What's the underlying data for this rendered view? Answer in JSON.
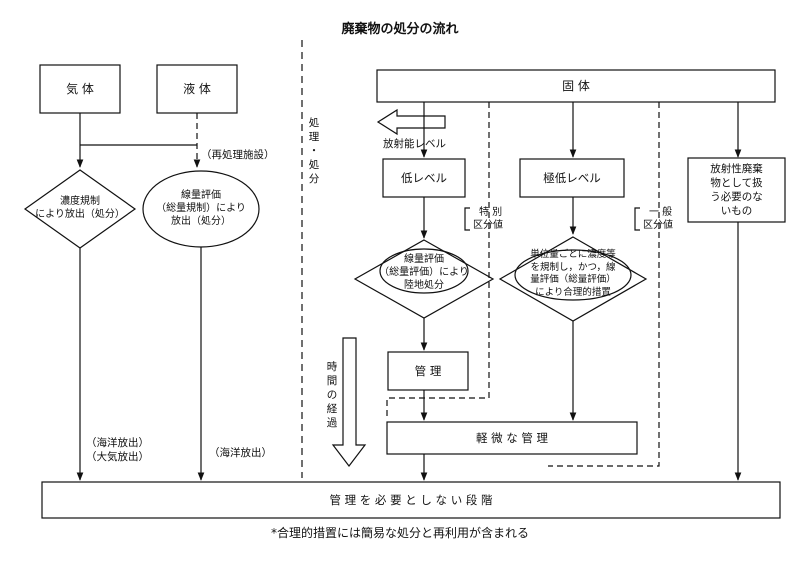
{
  "title": "廃棄物の処分の流れ",
  "nodes": {
    "gas": "気 体",
    "liquid": "液 体",
    "solid": "固 体",
    "low_level": "低レベル",
    "very_low_level": "極低レベル",
    "not_radioactive": [
      "放射性廃棄",
      "物として扱",
      "う必要のな",
      "いもの"
    ],
    "gas_decision": [
      "濃度規制",
      "により放出（処分）"
    ],
    "liquid_decision": [
      "線量評価",
      "（総量規制）により",
      "放出（処分）"
    ],
    "low_decision": [
      "線量評価",
      "（総量評価）により",
      "陸地処分"
    ],
    "very_low_decision": [
      "単位量ごとに濃度等",
      "を規制し，かつ，線",
      "量評価（総量評価）",
      "により合理的措置"
    ],
    "management": "管 理",
    "minor_management": "軽 微 な 管 理",
    "no_management": "管 理 を 必 要 と し な い 段 階"
  },
  "labels": {
    "reprocessing": "（再処理施設）",
    "disposal_vertical": [
      "処",
      "理",
      "・",
      "処",
      "分"
    ],
    "radioactivity_level": "放射能レベル",
    "special_boundary": [
      "特 別",
      "区分値"
    ],
    "general_boundary": [
      "一 般",
      "区分値"
    ],
    "time_passage": [
      "時",
      "間",
      "の",
      "経",
      "過"
    ],
    "gas_release": [
      "（海洋放出）",
      "（大気放出）"
    ],
    "liquid_release": "（海洋放出）"
  },
  "footnote": "*合理的措置には簡易な処分と再利用が含まれる"
}
